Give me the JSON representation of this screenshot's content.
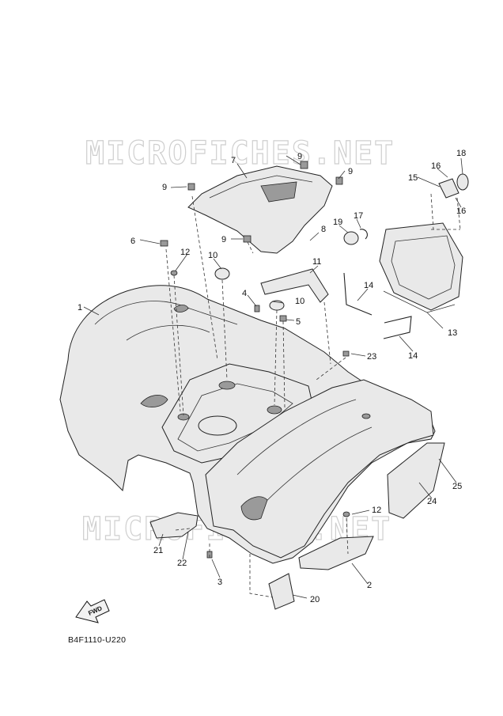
{
  "watermark": "MICROFICHES.NET",
  "diagram_code": "B4F1110-U220",
  "fwd_label": "FWD",
  "callouts": [
    "1",
    "2",
    "3",
    "4",
    "5",
    "6",
    "7",
    "8",
    "9",
    "9",
    "9",
    "9",
    "10",
    "10",
    "11",
    "12",
    "12",
    "13",
    "14",
    "14",
    "15",
    "16",
    "16",
    "17",
    "18",
    "19",
    "20",
    "21",
    "22",
    "23",
    "24",
    "25"
  ]
}
